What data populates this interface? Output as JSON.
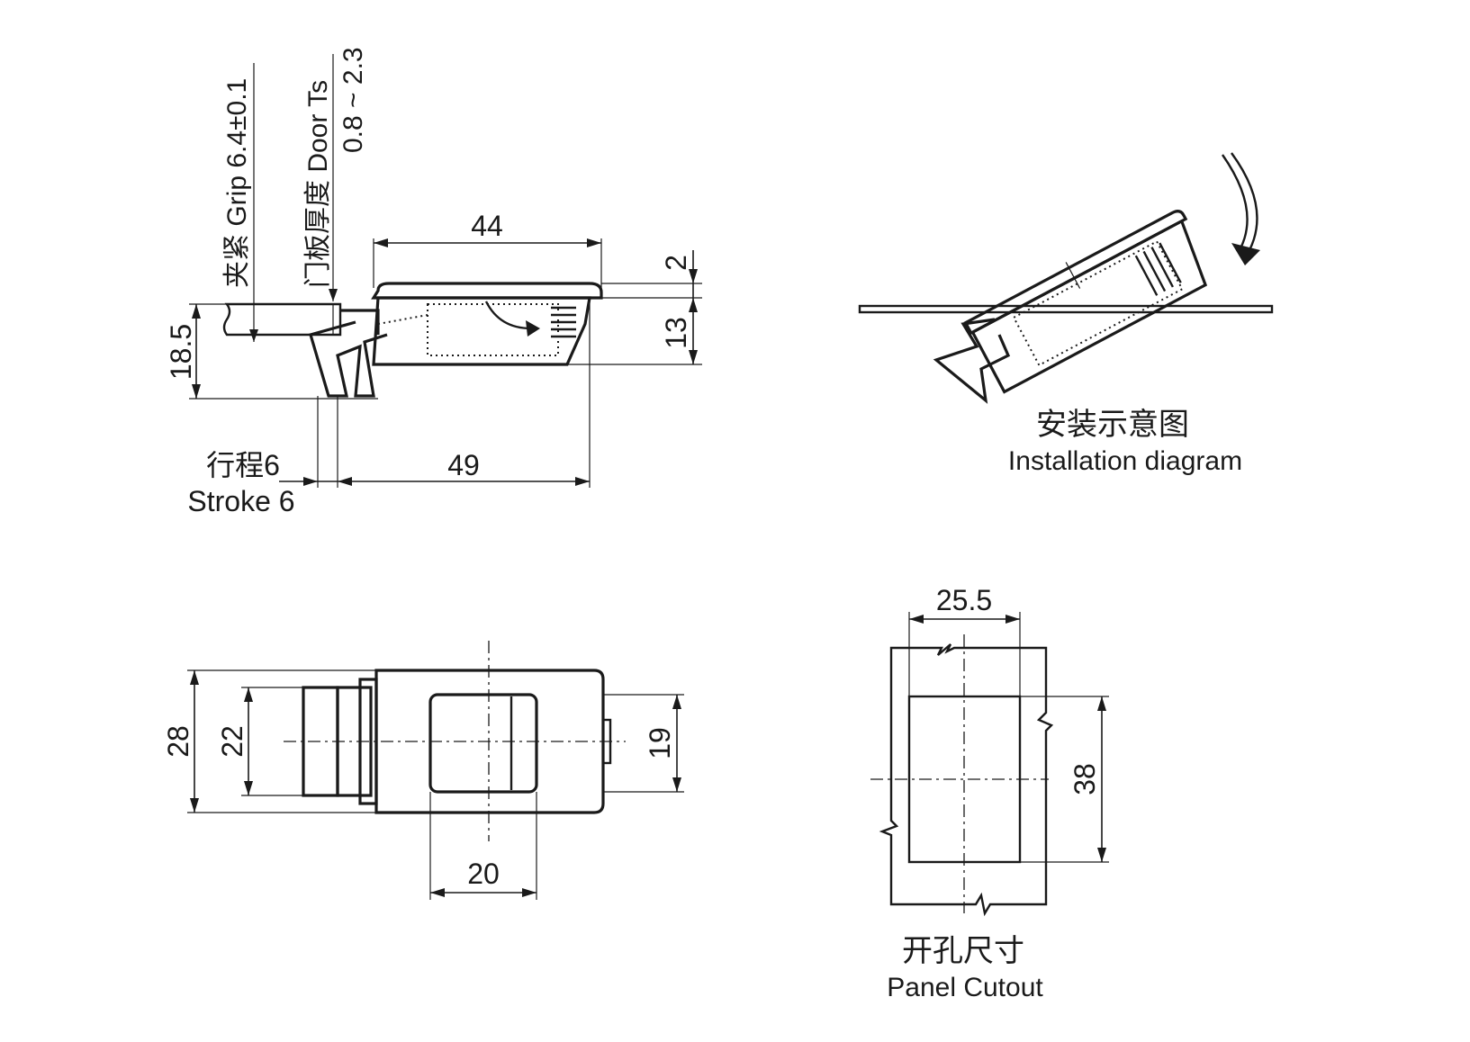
{
  "side_view": {
    "dim_length_top": "44",
    "dim_flange": "2",
    "dim_body_height": "13",
    "dim_total_height": "18.5",
    "dim_length_bottom": "49",
    "grip_label": "夹紧 Grip 6.4±0.1",
    "door_label": "门板厚度 Door Ts",
    "door_range": "0.8 ~ 2.3",
    "stroke_cn": "行程6",
    "stroke_en": "Stroke 6"
  },
  "installation": {
    "caption_cn": "安装示意图",
    "caption_en": "Installation diagram"
  },
  "top_view": {
    "dim_width_outer": "28",
    "dim_width_inner": "22",
    "dim_width_right": "19",
    "dim_button": "20"
  },
  "cutout": {
    "dim_width": "25.5",
    "dim_height": "38",
    "caption_cn": "开孔尺寸",
    "caption_en": "Panel Cutout"
  }
}
